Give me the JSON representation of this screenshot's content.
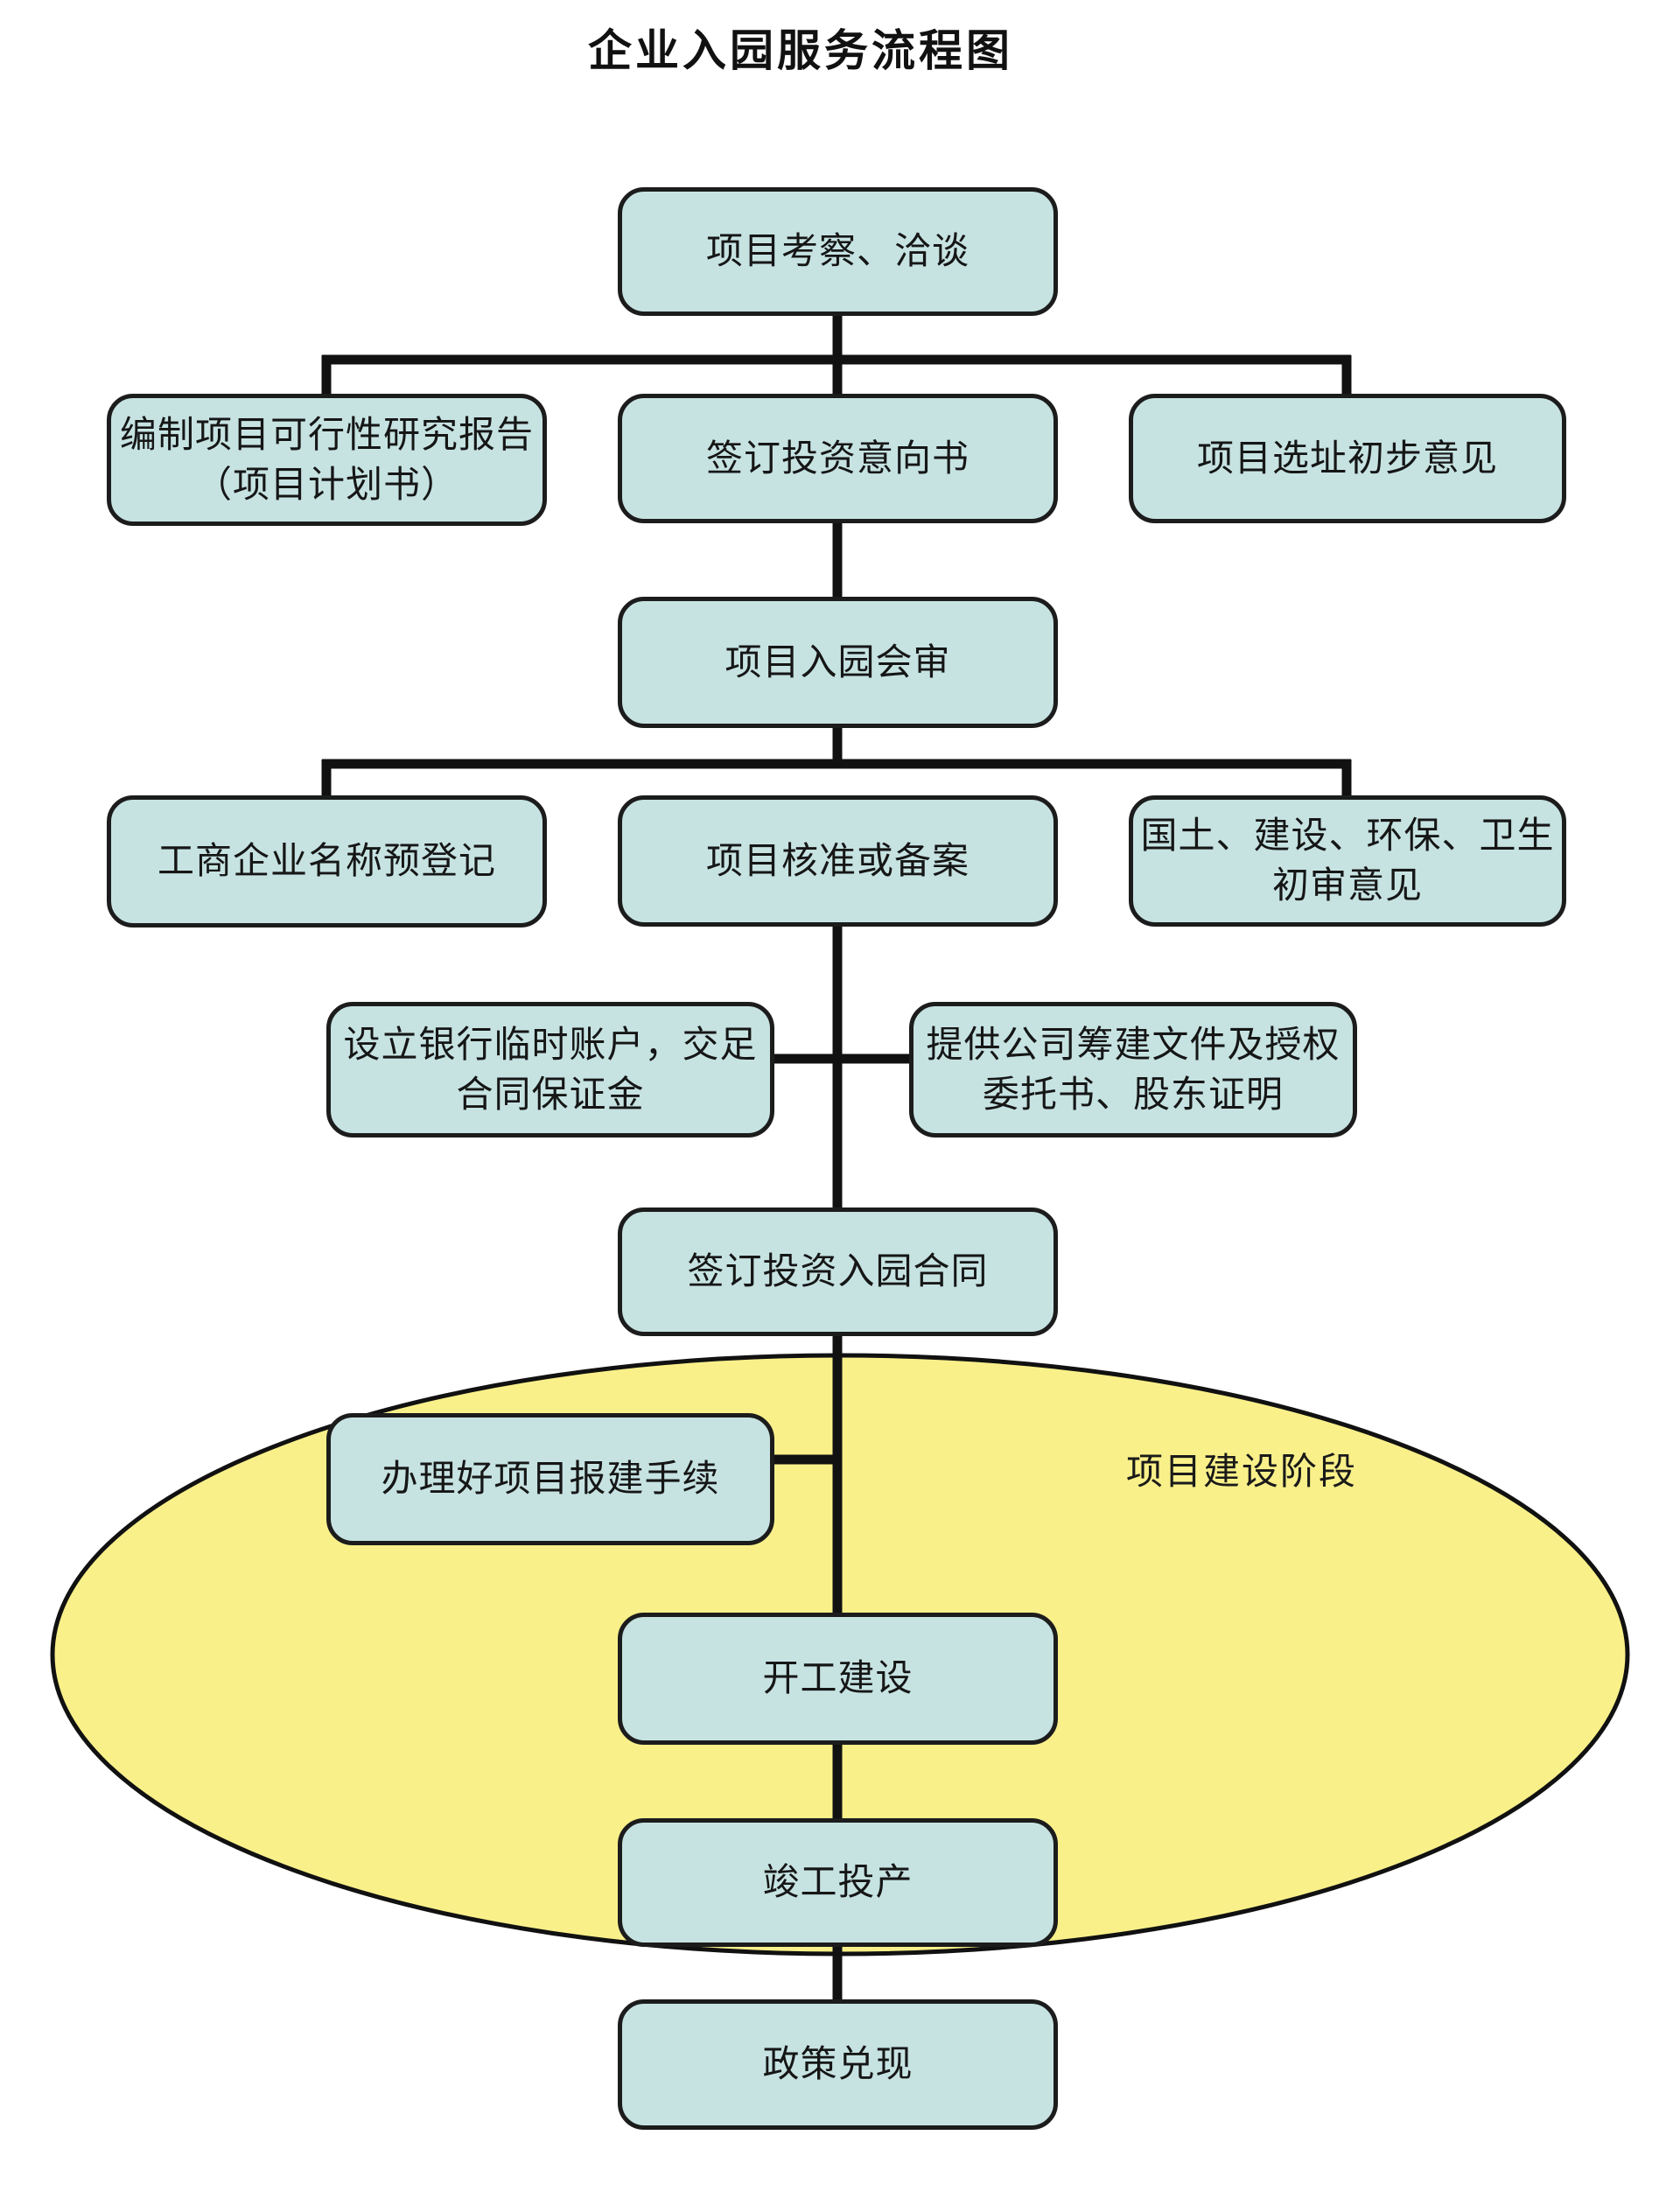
{
  "title": "企业入园服务流程图",
  "ellipse_label": "项目建设阶段",
  "colors": {
    "background": "#ffffff",
    "box_fill": "#c6e3e2",
    "box_border": "#1c1c1c",
    "connector": "#111111",
    "ellipse_fill": "#f9f08a",
    "ellipse_border": "#111111",
    "text": "#161616"
  },
  "nodes": {
    "survey": {
      "text": "项目考察、洽谈"
    },
    "feasibility": {
      "text": "编制项目可行性研究报告\n（项目计划书）"
    },
    "intent": {
      "text": "签订投资意向书"
    },
    "site": {
      "text": "项目选址初步意见"
    },
    "review": {
      "text": "项目入园会审"
    },
    "namereg": {
      "text": "工商企业名称预登记"
    },
    "approval": {
      "text": "项目核准或备案"
    },
    "dept": {
      "text": "国土、建设、环保、卫生\n初审意见"
    },
    "bank": {
      "text": "设立银行临时账户，交足\n合同保证金"
    },
    "docs": {
      "text": "提供公司筹建文件及授权\n委托书、股东证明"
    },
    "contract": {
      "text": "签订投资入园合同"
    },
    "procedures": {
      "text": "办理好项目报建手续"
    },
    "start": {
      "text": "开工建设"
    },
    "completion": {
      "text": "竣工投产"
    },
    "policy": {
      "text": "政策兑现"
    }
  }
}
